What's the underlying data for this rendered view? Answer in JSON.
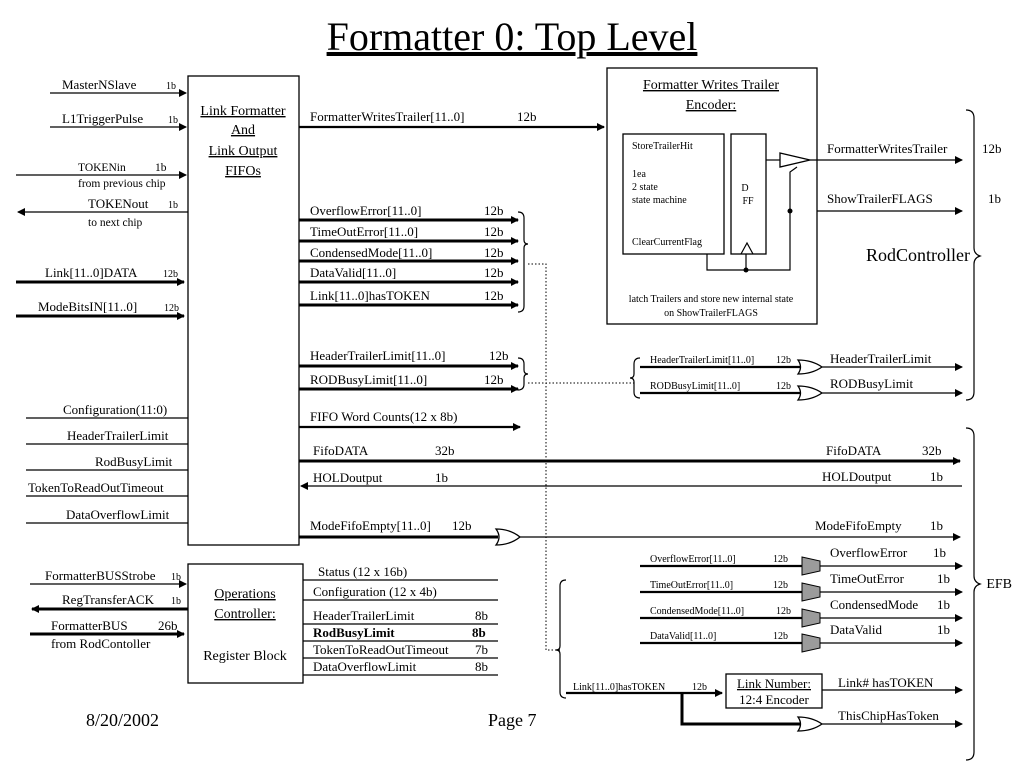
{
  "title": "Formatter 0: Top Level",
  "footer": {
    "date": "8/20/2002",
    "page": "Page 7"
  },
  "link_formatter": {
    "lines": [
      "Link Formatter",
      "And",
      "Link Output",
      "FIFOs"
    ]
  },
  "writes_trailer": {
    "title_lines": [
      "Formatter Writes Trailer",
      "Encoder:"
    ],
    "store": "StoreTrailerHit",
    "state_lines": [
      "1ea",
      "2 state",
      "state machine"
    ],
    "clear": "ClearCurrentFlag",
    "ff_lines": [
      "D",
      "FF"
    ],
    "note_lines": [
      "latch Trailers and store new internal state",
      "on ShowTrailerFLAGS"
    ]
  },
  "ops": {
    "lines": [
      "Operations",
      "Controller:",
      "",
      "Register Block"
    ]
  },
  "link_number": {
    "lines": [
      "Link Number:",
      "12:4 Encoder"
    ]
  },
  "left_inputs": [
    {
      "name": "MasterNSlave",
      "width": "1b"
    },
    {
      "name": "L1TriggerPulse",
      "width": "1b"
    },
    {
      "name": "TOKENin",
      "width": "1b",
      "sub": "from previous chip"
    },
    {
      "name": "TOKENout",
      "width": "1b",
      "sub": "to next chip"
    },
    {
      "name": "Link[11..0]DATA",
      "width": "12b"
    },
    {
      "name": "ModeBitsIN[11..0]",
      "width": "12b"
    }
  ],
  "config_inputs": [
    "Configuration(11:0)",
    "HeaderTrailerLimit",
    "RodBusyLimit",
    "TokenToReadOutTimeout",
    "DataOverflowLimit"
  ],
  "bus_inputs": [
    {
      "name": "FormatterBUSStrobe",
      "width": "1b"
    },
    {
      "name": "RegTransferACK",
      "width": "1b"
    },
    {
      "name": "FormatterBUS",
      "width": "26b",
      "sub": "from RodContoller"
    }
  ],
  "lf_outputs": [
    {
      "name": "FormatterWritesTrailer[11..0]",
      "width": "12b"
    },
    {
      "name": "OverflowError[11..0]",
      "width": "12b"
    },
    {
      "name": "TimeOutError[11..0]",
      "width": "12b"
    },
    {
      "name": "CondensedMode[11..0]",
      "width": "12b"
    },
    {
      "name": "DataValid[11..0]",
      "width": "12b"
    },
    {
      "name": "Link[11..0]hasTOKEN",
      "width": "12b"
    },
    {
      "name": "HeaderTrailerLimit[11..0]",
      "width": "12b"
    },
    {
      "name": "RODBusyLimit[11..0]",
      "width": "12b"
    },
    {
      "name": "FIFO Word Counts(12 x 8b)",
      "width": ""
    },
    {
      "name": "FifoDATA",
      "width": "32b"
    },
    {
      "name": "HOLDoutput",
      "width": "1b"
    },
    {
      "name": "ModeFifoEmpty[11..0]",
      "width": "12b"
    }
  ],
  "ops_outputs": [
    {
      "name": "Status (12 x 16b)",
      "width": ""
    },
    {
      "name": "Configuration (12 x 4b)",
      "width": ""
    },
    {
      "name": "HeaderTrailerLimit",
      "width": "8b"
    },
    {
      "name": "RodBusyLimit",
      "width": "8b"
    },
    {
      "name": "TokenToReadOutTimeout",
      "width": "7b"
    },
    {
      "name": "DataOverflowLimit",
      "width": "8b"
    }
  ],
  "right_outputs": [
    {
      "name": "FormatterWritesTrailer",
      "width": "12b"
    },
    {
      "name": "ShowTrailerFLAGS",
      "width": "1b"
    },
    {
      "name": "HeaderTrailerLimit",
      "width": ""
    },
    {
      "name": "RODBusyLimit",
      "width": ""
    },
    {
      "name": "FifoDATA",
      "width": "32b"
    },
    {
      "name": "HOLDoutput",
      "width": "1b"
    },
    {
      "name": "ModeFifoEmpty",
      "width": "1b"
    },
    {
      "name": "OverflowError",
      "width": "1b"
    },
    {
      "name": "TimeOutError",
      "width": "1b"
    },
    {
      "name": "CondensedMode",
      "width": "1b"
    },
    {
      "name": "DataValid",
      "width": "1b"
    },
    {
      "name": "Link# hasTOKEN",
      "width": ""
    },
    {
      "name": "ThisChipHasToken",
      "width": ""
    }
  ],
  "gate_inputs": [
    {
      "name": "HeaderTrailerLimit[11..0]",
      "width": "12b"
    },
    {
      "name": "RODBusyLimit[11..0]",
      "width": "12b"
    },
    {
      "name": "OverflowError[11..0]",
      "width": "12b"
    },
    {
      "name": "TimeOutError[11..0]",
      "width": "12b"
    },
    {
      "name": "CondensedMode[11..0]",
      "width": "12b"
    },
    {
      "name": "DataValid[11..0]",
      "width": "12b"
    },
    {
      "name": "Link[11..0]hasTOKEN",
      "width": "12b"
    }
  ],
  "groups": {
    "rod": "RodController",
    "efb": "EFB"
  }
}
